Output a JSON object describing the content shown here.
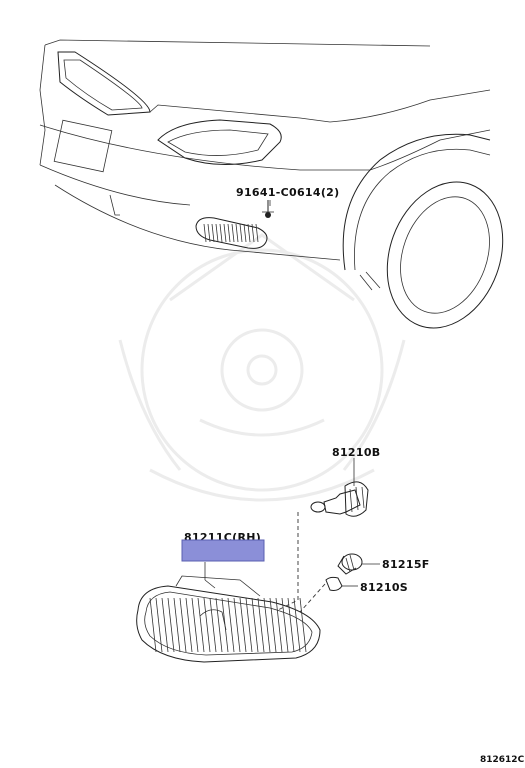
{
  "parts": {
    "bolt": "91641-C0614(2)",
    "bulb": "81210B",
    "lamp": "81211C(RH)",
    "socket": "81215F",
    "small_bulb": "81210S"
  },
  "highlight_color": "#8b8fd8",
  "diagram_code": "812612C"
}
